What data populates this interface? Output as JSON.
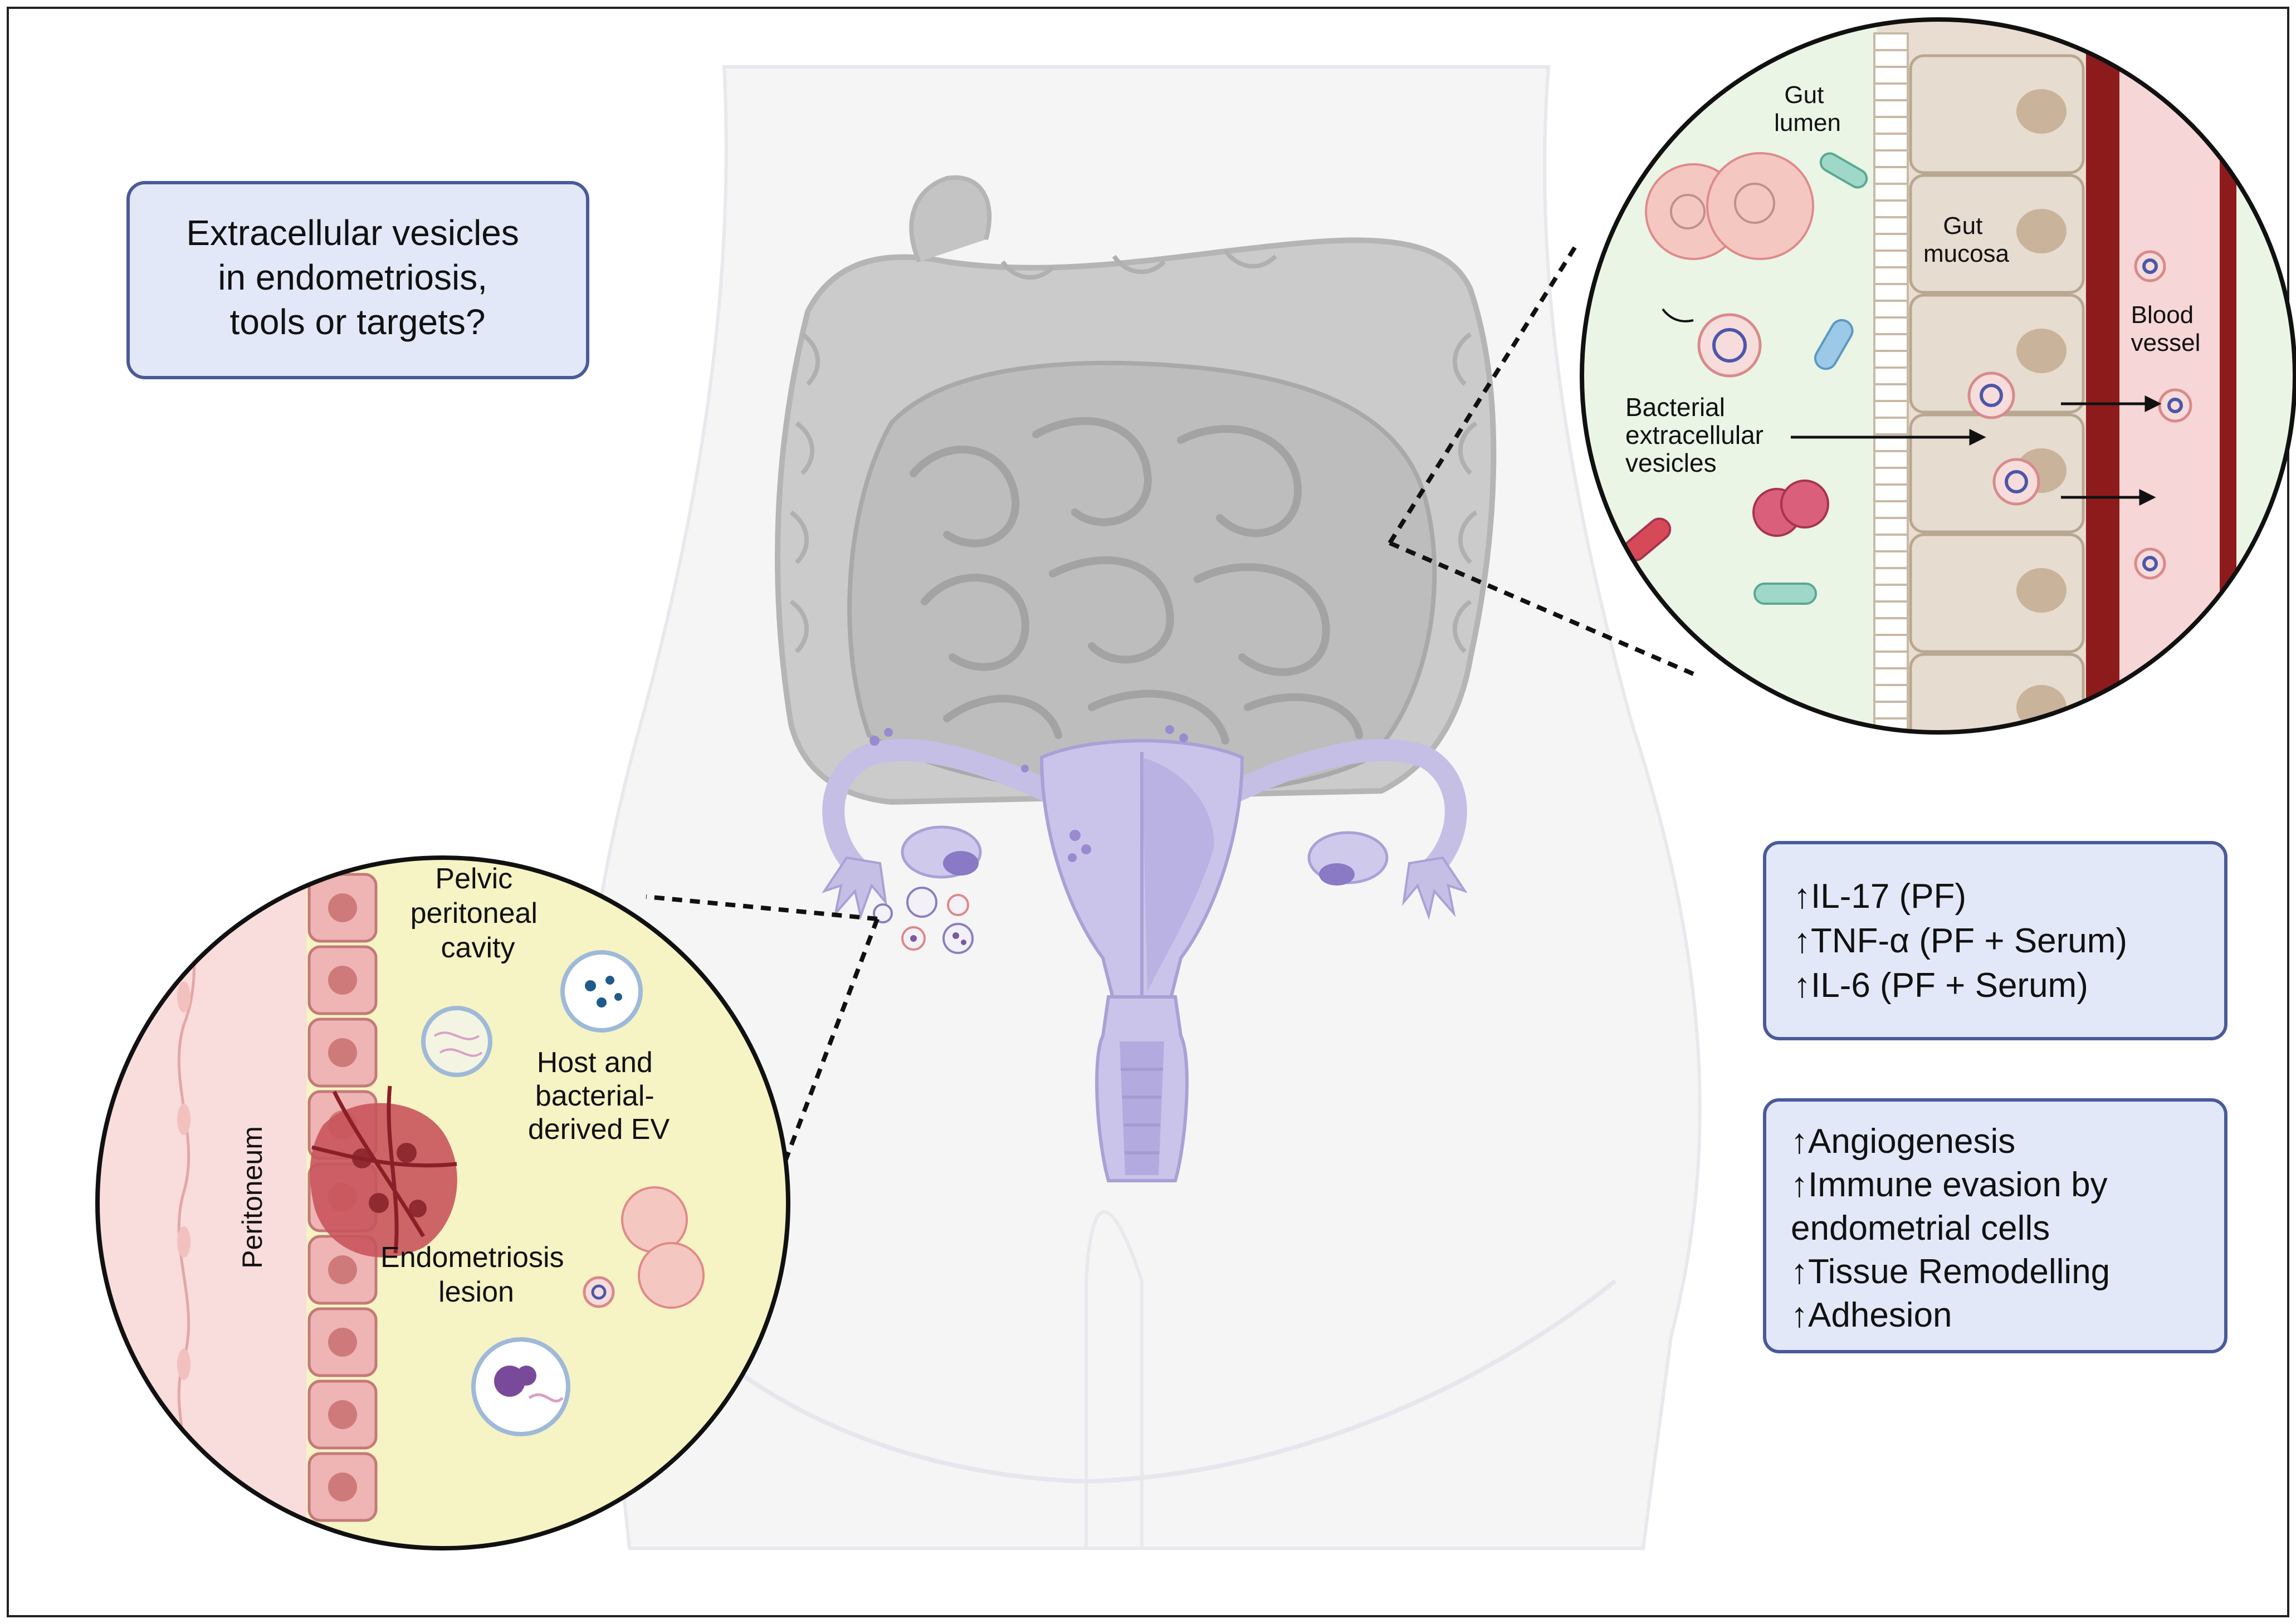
{
  "title_box": {
    "lines": [
      "Extracellular vesicles",
      "in endometriosis,",
      "tools or targets?"
    ]
  },
  "gut_inset": {
    "gut_lumen": [
      "Gut",
      "lumen"
    ],
    "gut_mucosa": [
      "Gut",
      "mucosa"
    ],
    "blood_vessel": [
      "Blood",
      "vessel"
    ],
    "bacterial_ev": [
      "Bacterial",
      "extracellular",
      "vesicles"
    ]
  },
  "pelvic_inset": {
    "peritoneum": "Peritoneum",
    "pelvic_cavity": [
      "Pelvic",
      "peritoneal",
      "cavity"
    ],
    "host_ev": [
      "Host and",
      "bacterial-",
      "derived EV"
    ],
    "lesion": [
      "Endometriosis",
      "lesion"
    ]
  },
  "cytokine_box": {
    "items": [
      "↑IL-17 (PF)",
      "↑TNF-α (PF + Serum)",
      "↑IL-6 (PF + Serum)"
    ]
  },
  "effects_box": {
    "items": [
      "↑Angiogenesis",
      "↑Immune evasion by",
      "endometrial cells",
      "↑Tissue Remodelling",
      "↑Adhesion"
    ]
  },
  "colors": {
    "box_fill": "#e3e8f8",
    "box_stroke": "#4a5a9a",
    "intestine": "#c9c9c9",
    "uterus": "#c9c4e8",
    "pelvic_bg": "#f6f3c4",
    "gut_bg": "#e9f4e4",
    "vessel": "#8e1b1b"
  }
}
